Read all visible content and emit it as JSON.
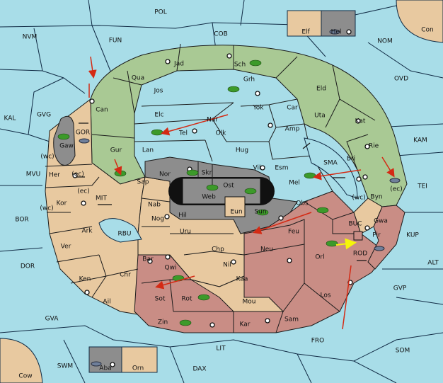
{
  "colors": {
    "sea": "#a8dde8",
    "neutral": "#e8c9a0",
    "green_power": "#a9c994",
    "red_power": "#c98d85",
    "gray_power": "#8d8d8d",
    "center_black": "#111111",
    "order_red": "#d42a14",
    "order_yellow": "#f5f50a"
  },
  "map": {
    "sea_labels": [
      "POL",
      "NVM",
      "FUN",
      "COB",
      "NOM",
      "Con",
      "OVD",
      "KAL",
      "GVG",
      "KAM",
      "MVU",
      "TEI",
      "BOR",
      "KUP",
      "DOR",
      "ALT",
      "GVP",
      "GVA",
      "FRO",
      "SOM",
      "LIT",
      "SWM",
      "DAX",
      "Cow",
      "MIT",
      "RBU",
      "SMA",
      "GOR"
    ],
    "coast_labels": [
      "(wc)",
      "(ec)",
      "(ec)",
      "(wc)",
      "(wc)",
      "(ec)"
    ],
    "green_labels": [
      "Jad",
      "Sch",
      "Qua",
      "Jos",
      "Grh",
      "Can",
      "Elc",
      "Nar",
      "Yok",
      "Car",
      "Eld",
      "Uta",
      "Kat",
      "Gaw",
      "Tel",
      "Olk",
      "Amp",
      "Gur",
      "Lan",
      "Hug",
      "Rie",
      "Bri",
      "Sap",
      "Nor",
      "Vil",
      "Esm",
      "Mel",
      "Byn"
    ],
    "neutral_labels": [
      "Elf",
      "Her",
      "Kor",
      "Ark",
      "Ver",
      "Ken",
      "Chr",
      "Ail",
      "Nab",
      "Nog",
      "Hil",
      "Uru",
      "Bar",
      "Chp",
      "Nil",
      "Gwa",
      "Orn"
    ],
    "gray_labels": [
      "Hel",
      "Skr",
      "Web",
      "Ost",
      "Eun",
      "Sun",
      "Aba"
    ],
    "red_labels": [
      "Obs",
      "Feu",
      "Neu",
      "Orl",
      "Kaa",
      "Qwi",
      "Sot",
      "Rot",
      "Mou",
      "Los",
      "Zin",
      "Kar",
      "Sam",
      "Pir",
      "BUC",
      "ROD"
    ]
  }
}
